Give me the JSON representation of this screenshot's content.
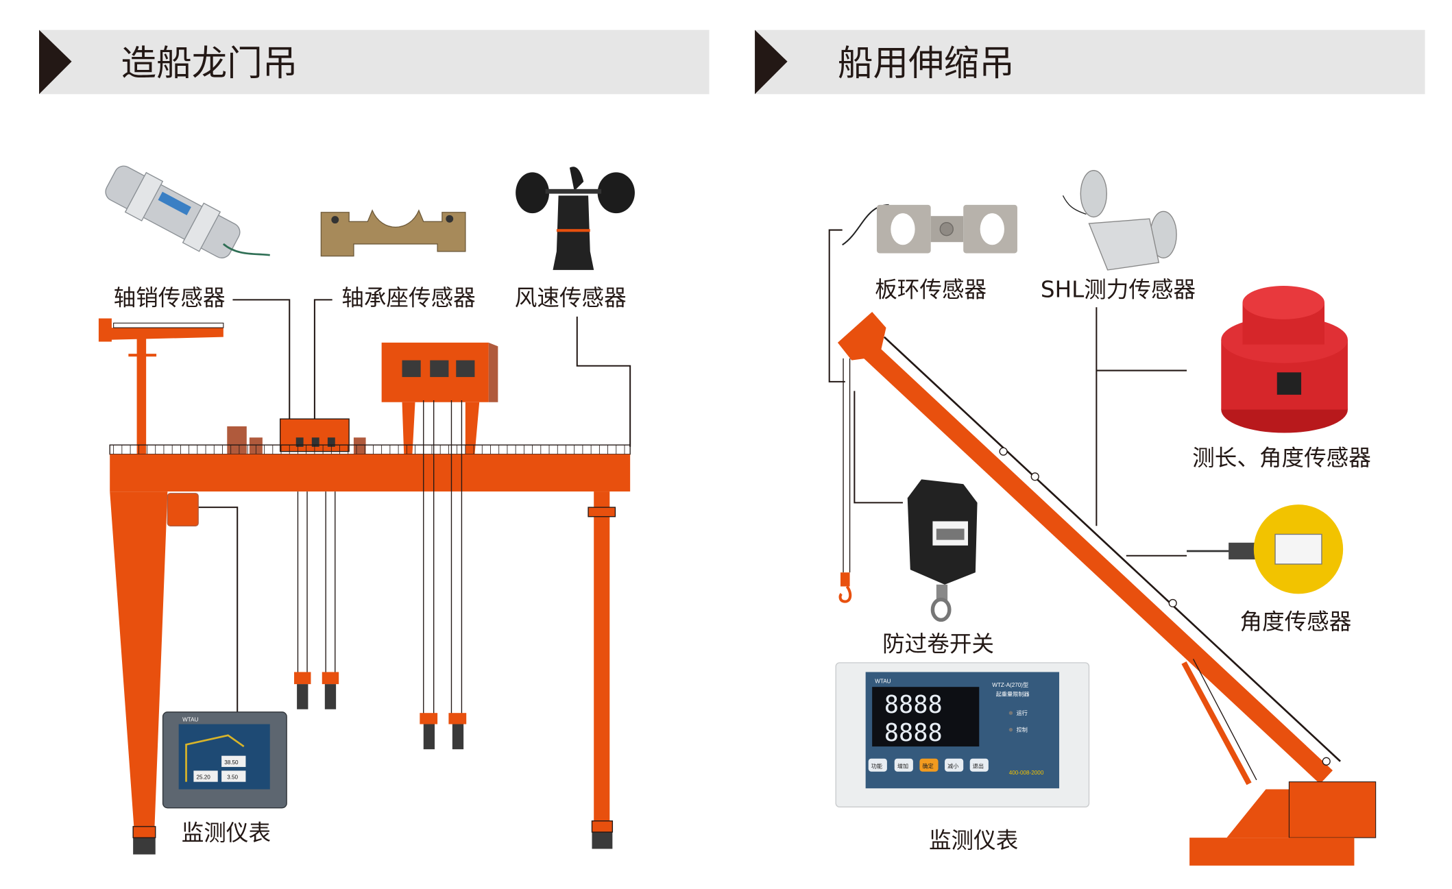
{
  "colors": {
    "accent": "#e8500e",
    "header_bg": "#e6e6e6",
    "text": "#231815"
  },
  "left_section": {
    "title": "造船龙门吊",
    "labels": {
      "pin_sensor": "轴销传感器",
      "bearing_sensor": "轴承座传感器",
      "wind_sensor": "风速传感器",
      "monitor": "监测仪表"
    },
    "monitor_screen": {
      "brand": "WTAU",
      "value1": "38.50",
      "value2": "25.20",
      "value3": "3.50"
    }
  },
  "right_section": {
    "title": "船用伸缩吊",
    "labels": {
      "plate_ring_sensor": "板环传感器",
      "shl_sensor": "SHL测力传感器",
      "length_angle_sensor": "测长、角度传感器",
      "angle_sensor": "角度传感器",
      "anti_overwind_switch": "防过卷开关",
      "monitor": "监测仪表"
    },
    "monitor_device": {
      "brand": "WTAU",
      "model": "WTZ-A(270)型",
      "name": "起重量限制器",
      "digits1": "8888",
      "digits2": "8888",
      "run": "运行",
      "control": "控制",
      "buttons": [
        "功能",
        "增加",
        "确定",
        "减小",
        "退出"
      ],
      "phone": "400-008-2000"
    }
  }
}
